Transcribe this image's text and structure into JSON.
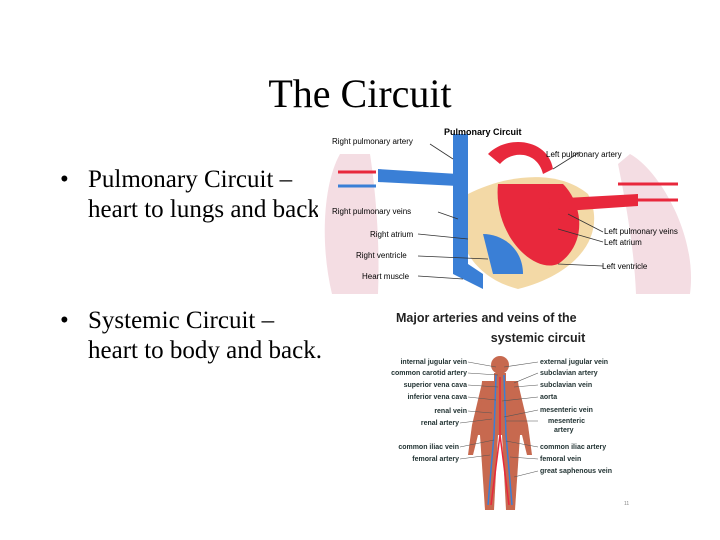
{
  "slide": {
    "title": "The Circuit",
    "bullets": [
      {
        "symbol": "•",
        "lines": [
          "Pulmonary Circuit –",
          "heart to lungs and back"
        ]
      },
      {
        "symbol": "•",
        "lines": [
          "Systemic Circuit –",
          "heart to body and back."
        ]
      }
    ]
  },
  "pulmonary_figure": {
    "heading": "Pulmonary Circuit",
    "labels": {
      "right_pulmonary_artery": "Right pulmonary artery",
      "left_pulmonary_artery": "Left pulmonary artery",
      "right_pulmonary_veins": "Right pulmonary veins",
      "right_atrium": "Right atrium",
      "left_pulmonary_veins": "Left pulmonary veins",
      "left_atrium": "Left atrium",
      "right_ventricle": "Right ventricle",
      "left_ventricle": "Left ventricle",
      "heart_muscle": "Heart muscle"
    }
  },
  "systemic_figure": {
    "heading_line1": "Major arteries and veins of the",
    "heading_line2": "systemic circuit",
    "left_labels": [
      "internal jugular vein",
      "common carotid artery",
      "superior vena cava",
      "inferior vena cava",
      "renal vein",
      "renal artery",
      "common iliac vein",
      "femoral artery"
    ],
    "right_labels": [
      "external jugular vein",
      "subclavian artery",
      "subclavian vein",
      "aorta",
      "mesenteric vein",
      "mesenteric",
      "artery",
      "common iliac artery",
      "femoral vein",
      "great saphenous vein"
    ],
    "page_number": "11"
  },
  "colors": {
    "artery": "#e8283c",
    "vein": "#3a7fd6",
    "lung": "#f4dde3",
    "muscle": "#f3d9a6",
    "body": "#c7694f"
  }
}
